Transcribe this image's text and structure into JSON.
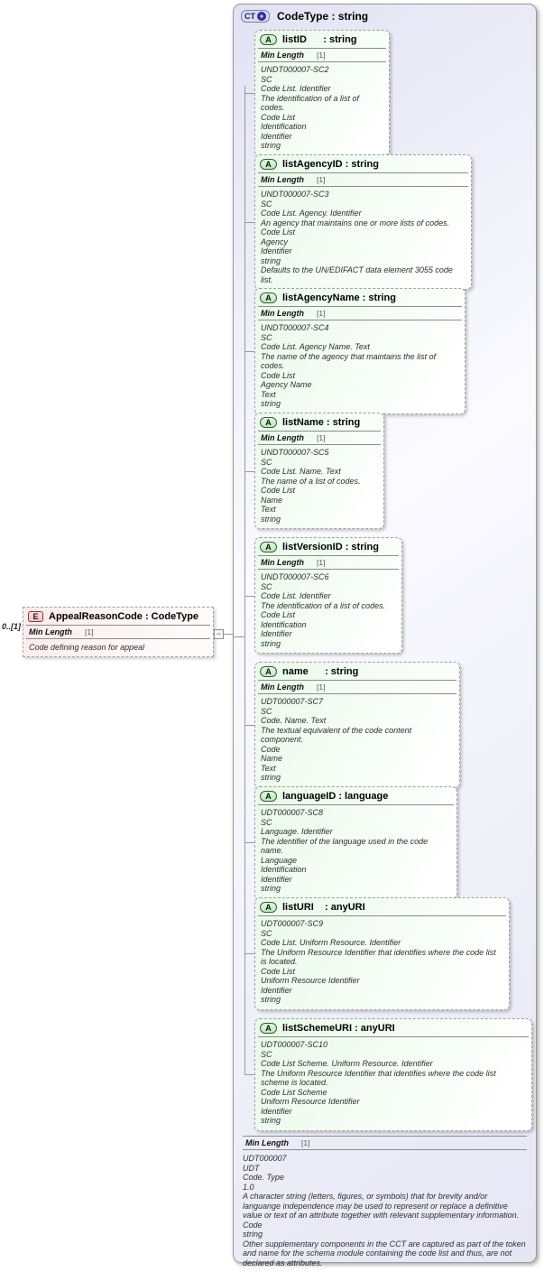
{
  "colors": {
    "container_fill": "#e6e6f5",
    "container_border": "#9a9a9a",
    "attribute_fill": "#e9fae9",
    "attribute_badge_fill": "#b7eeb7",
    "element_fill": "#fcebeb",
    "element_badge_fill": "#f5c2c2",
    "ct_badge_fill": "#dcdcf3",
    "ct_badge_plus": "#2b2b96",
    "dashed_border": "#a0a0a0",
    "rule_color": "#8c8c8c",
    "annotation_text": "#2e2e2e"
  },
  "icons": {
    "ct_plus_icon": "+",
    "collapse_icon": "−"
  },
  "element": {
    "badge": "E",
    "cardinality": "0..[1]",
    "title": "AppealReasonCode : CodeType",
    "facet": {
      "name": "Min Length",
      "value": "[1]"
    },
    "description": "Code defining reason for appeal"
  },
  "complex_type": {
    "badge": "CT",
    "title": "CodeType : string",
    "attributes": [
      {
        "badge": "A",
        "title": "listID      : string",
        "facet": {
          "name": "Min Length",
          "value": "[1]"
        },
        "annotations": [
          "UNDT000007-SC2",
          "SC",
          "Code List. Identifier",
          "The identification of a list of codes.",
          "Code List",
          "Identification",
          "Identifier",
          "string"
        ]
      },
      {
        "badge": "A",
        "title": "listAgencyID : string",
        "facet": {
          "name": "Min Length",
          "value": "[1]"
        },
        "annotations": [
          "UNDT000007-SC3",
          "SC",
          "Code List. Agency. Identifier",
          "An agency that maintains one or more lists of codes.",
          "Code List",
          "Agency",
          "Identifier",
          "string",
          "Defaults to the UN/EDIFACT data element 3055 code list."
        ]
      },
      {
        "badge": "A",
        "title": "listAgencyName : string",
        "facet": {
          "name": "Min Length",
          "value": "[1]"
        },
        "annotations": [
          "UNDT000007-SC4",
          "SC",
          "Code List. Agency Name. Text",
          "The name of the agency that maintains the list of codes.",
          "Code List",
          "Agency Name",
          "Text",
          "string"
        ]
      },
      {
        "badge": "A",
        "title": "listName : string",
        "facet": {
          "name": "Min Length",
          "value": "[1]"
        },
        "annotations": [
          "UNDT000007-SC5",
          "SC",
          "Code List. Name. Text",
          "The name of a list of codes.",
          "Code List",
          "Name",
          "Text",
          "string"
        ]
      },
      {
        "badge": "A",
        "title": "listVersionID : string",
        "facet": {
          "name": "Min Length",
          "value": "[1]"
        },
        "annotations": [
          "UNDT000007-SC6",
          "SC",
          "Code List. Identifier",
          "The identification of a list of codes.",
          "Code List",
          "Identification",
          "Identifier",
          "string"
        ]
      },
      {
        "badge": "A",
        "title": "name      : string",
        "facet": {
          "name": "Min Length",
          "value": "[1]"
        },
        "annotations": [
          "UDT000007-SC7",
          "SC",
          "Code. Name. Text",
          "The textual equivalent of the code content component.",
          "Code",
          "Name",
          "Text",
          "string"
        ]
      },
      {
        "badge": "A",
        "title": "languageID : language",
        "facet": null,
        "annotations": [
          "UDT000007-SC8",
          "SC",
          "Language. Identifier",
          "The identifier of the language used in the code name.",
          "Language",
          "Identification",
          "Identifier",
          "string"
        ]
      },
      {
        "badge": "A",
        "title": "listURI    : anyURI",
        "facet": null,
        "annotations": [
          "UDT000007-SC9",
          "SC",
          "Code List. Uniform Resource. Identifier",
          "The Uniform Resource Identifier that identifies where the code list is located.",
          "Code List",
          "Uniform Resource Identifier",
          "Identifier",
          "string"
        ]
      },
      {
        "badge": "A",
        "title": "listSchemeURI : anyURI",
        "facet": null,
        "annotations": [
          "UDT000007-SC10",
          "SC",
          "Code List Scheme. Uniform Resource. Identifier",
          "The Uniform Resource Identifier that identifies where the code list scheme is located.",
          "Code List Scheme",
          "Uniform Resource Identifier",
          "Identifier",
          "string"
        ]
      }
    ],
    "facet": {
      "name": "Min Length",
      "value": "[1]"
    },
    "annotations": [
      "UDT000007",
      "UDT",
      "Code. Type",
      "1.0",
      "A character string (letters, figures, or symbols) that for brevity and/or languange independence may be used to represent or replace a definitive value or text of an attribute together with relevant supplementary information.",
      "Code",
      "string",
      "Other supplementary components in the CCT are captured as part of the token and name for the schema module containing the code list and thus, are not declared as attributes."
    ]
  }
}
